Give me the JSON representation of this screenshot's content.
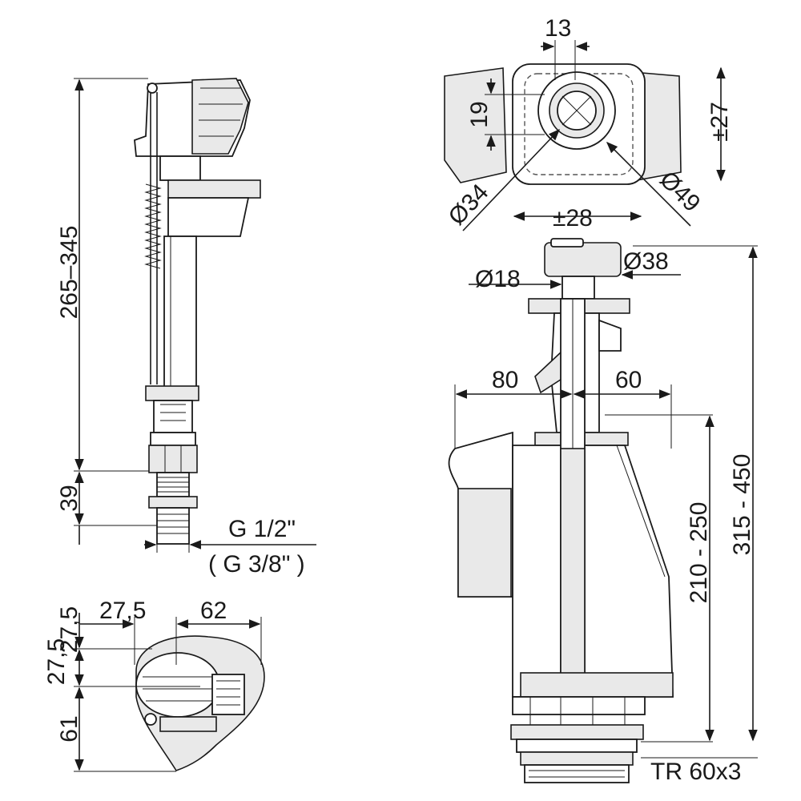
{
  "fill_valve_side": {
    "height_range": "265–345",
    "base_height": "39",
    "thread_main": "G 1/2\"",
    "thread_alt": "( G 3/8\" )"
  },
  "fill_valve_top": {
    "offset_x": "27,5",
    "width": "62",
    "offset_y": "27,5",
    "depth": "61"
  },
  "flush_button_top": {
    "d_inner": "13",
    "d_height": "19",
    "d_offset": "±27",
    "d_small": "Ø34",
    "d_large": "Ø49",
    "d_width": "±28"
  },
  "flush_valve_side": {
    "d_stem": "Ø18",
    "d_button": "Ø38",
    "left_reach": "80",
    "right_reach": "60",
    "overflow_range": "210 - 250",
    "total_range": "315 - 450",
    "thread": "TR 60x3"
  }
}
